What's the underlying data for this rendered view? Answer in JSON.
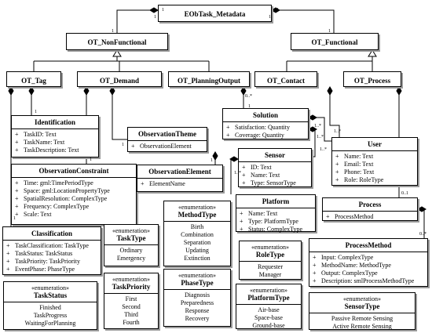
{
  "classes": {
    "eob": {
      "name": "EObTask_Metadata"
    },
    "nonfunc": {
      "name": "OT_NonFunctional"
    },
    "func": {
      "name": "OT_Functional"
    },
    "tag": {
      "name": "OT_Tag"
    },
    "demand": {
      "name": "OT_Demand"
    },
    "planning": {
      "name": "OT_PlanningOutput"
    },
    "contact": {
      "name": "OT_Contact"
    },
    "process_ot": {
      "name": "OT_Process"
    },
    "identification": {
      "name": "Identification",
      "attributes": [
        "TaskID: Text",
        "TaskName: Text",
        "TaskDescription: Text"
      ]
    },
    "obs_constraint": {
      "name": "ObservationConstraint",
      "attributes": [
        "Time: gml:TimePeriodType",
        "Space: gml:LocationPropertyType",
        "SpatialResolution: ComplexType",
        "Frequency: ComplexType",
        "Scale: Text"
      ]
    },
    "obs_theme": {
      "name": "ObservationTheme",
      "attributes": [
        "ObservationElement"
      ]
    },
    "obs_element": {
      "name": "ObservationElement",
      "attributes": [
        "ElementName"
      ]
    },
    "solution": {
      "name": "Solution",
      "attributes": [
        "Satisfaction: Quantity",
        "Coverage: Quantity"
      ]
    },
    "sensor": {
      "name": "Sensor",
      "attributes": [
        "ID: Text",
        "Name: Text",
        "Type: SensorType"
      ]
    },
    "user": {
      "name": "User",
      "attributes": [
        "Name: Text",
        "Email: Text",
        "Phone: Text",
        "Role: RoleType"
      ]
    },
    "platform": {
      "name": "Platform",
      "attributes": [
        "Name: Text",
        "Type: PlatformType",
        "Status: ComplexType"
      ]
    },
    "process": {
      "name": "Process",
      "attributes": [
        "ProcessMethod"
      ]
    },
    "classification": {
      "name": "Classification",
      "attributes": [
        "TaskClassification: TaskType",
        "TaskStatus: TaskStatus",
        "TaskPriority: TaskPriority",
        "EventPhase: PhaseType"
      ]
    },
    "process_method": {
      "name": "ProcessMethod",
      "attributes": [
        "Input: ComplexType",
        "MethodName: MethodType",
        "Output: ComplexType",
        "Description: smlProcessMethodType"
      ]
    }
  },
  "enums": {
    "stereotype": "«enumeration»",
    "task_type": {
      "name": "TaskType",
      "literals": [
        "Ordinary",
        "Emergency"
      ]
    },
    "task_status": {
      "name": "TaskStatus",
      "literals": [
        "Finished",
        "TaskProgress",
        "WaitingForPlanning"
      ]
    },
    "task_priority": {
      "name": "TaskPriority",
      "literals": [
        "First",
        "Second",
        "Third",
        "Fourth"
      ]
    },
    "method_type": {
      "name": "MethodType",
      "literals": [
        "Birth",
        "Combination",
        "Separation",
        "Updating",
        "Extinction"
      ]
    },
    "phase_type": {
      "name": "PhaseType",
      "literals": [
        "Diagnosis",
        "Preparedness",
        "Response",
        "Recovery"
      ]
    },
    "role_type": {
      "name": "RoleType",
      "literals": [
        "Requester",
        "Manager"
      ]
    },
    "platform_type": {
      "name": "PlatformType",
      "literals": [
        "Air-base",
        "Space-base",
        "Ground-base"
      ]
    },
    "sensor_type": {
      "name": "SensorType",
      "literals": [
        "Passive Remote Sensing",
        "Active Remote Sensing"
      ]
    }
  },
  "attribute_visibility": "+",
  "multiplicities": [
    "1",
    "1",
    "1",
    "1",
    "1",
    "1",
    "1",
    "1",
    "1",
    "1",
    "1",
    "1",
    "0..*",
    "1..*",
    "1..*",
    "1..*",
    "1..*",
    "1..*",
    "0..1",
    "0..*"
  ]
}
